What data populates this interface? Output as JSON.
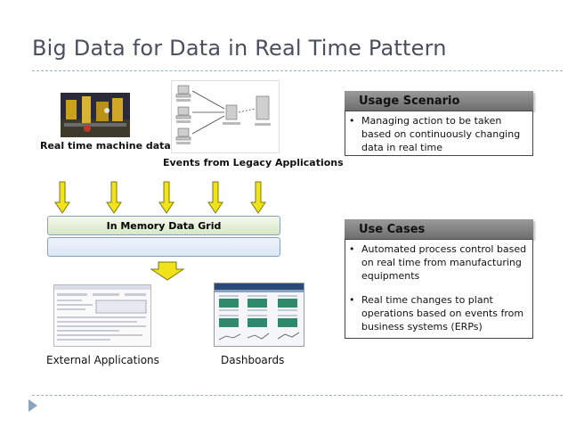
{
  "slide": {
    "title": "Big Data for Data in Real Time Pattern"
  },
  "sources": {
    "machine_data_label": "Real time machine data",
    "legacy_label": "Events from Legacy Applications"
  },
  "grid": {
    "label": "In Memory Data Grid"
  },
  "outputs": {
    "external_label": "External Applications",
    "dashboards_label": "Dashboards"
  },
  "usage": {
    "heading": "Usage Scenario",
    "bullets": [
      "Managing action to be taken based on continuously changing data in real time"
    ]
  },
  "use_cases": {
    "heading": "Use Cases",
    "bullets": [
      "Automated process control based on real time from manufacturing equipments",
      "Real time changes to plant operations based on events from business systems (ERPs)"
    ]
  },
  "colors": {
    "arrow_fill": "#f2e21a",
    "arrow_stroke": "#7a7a10",
    "panel_header": "#8a8a8a",
    "title_text": "#4a4f60"
  }
}
